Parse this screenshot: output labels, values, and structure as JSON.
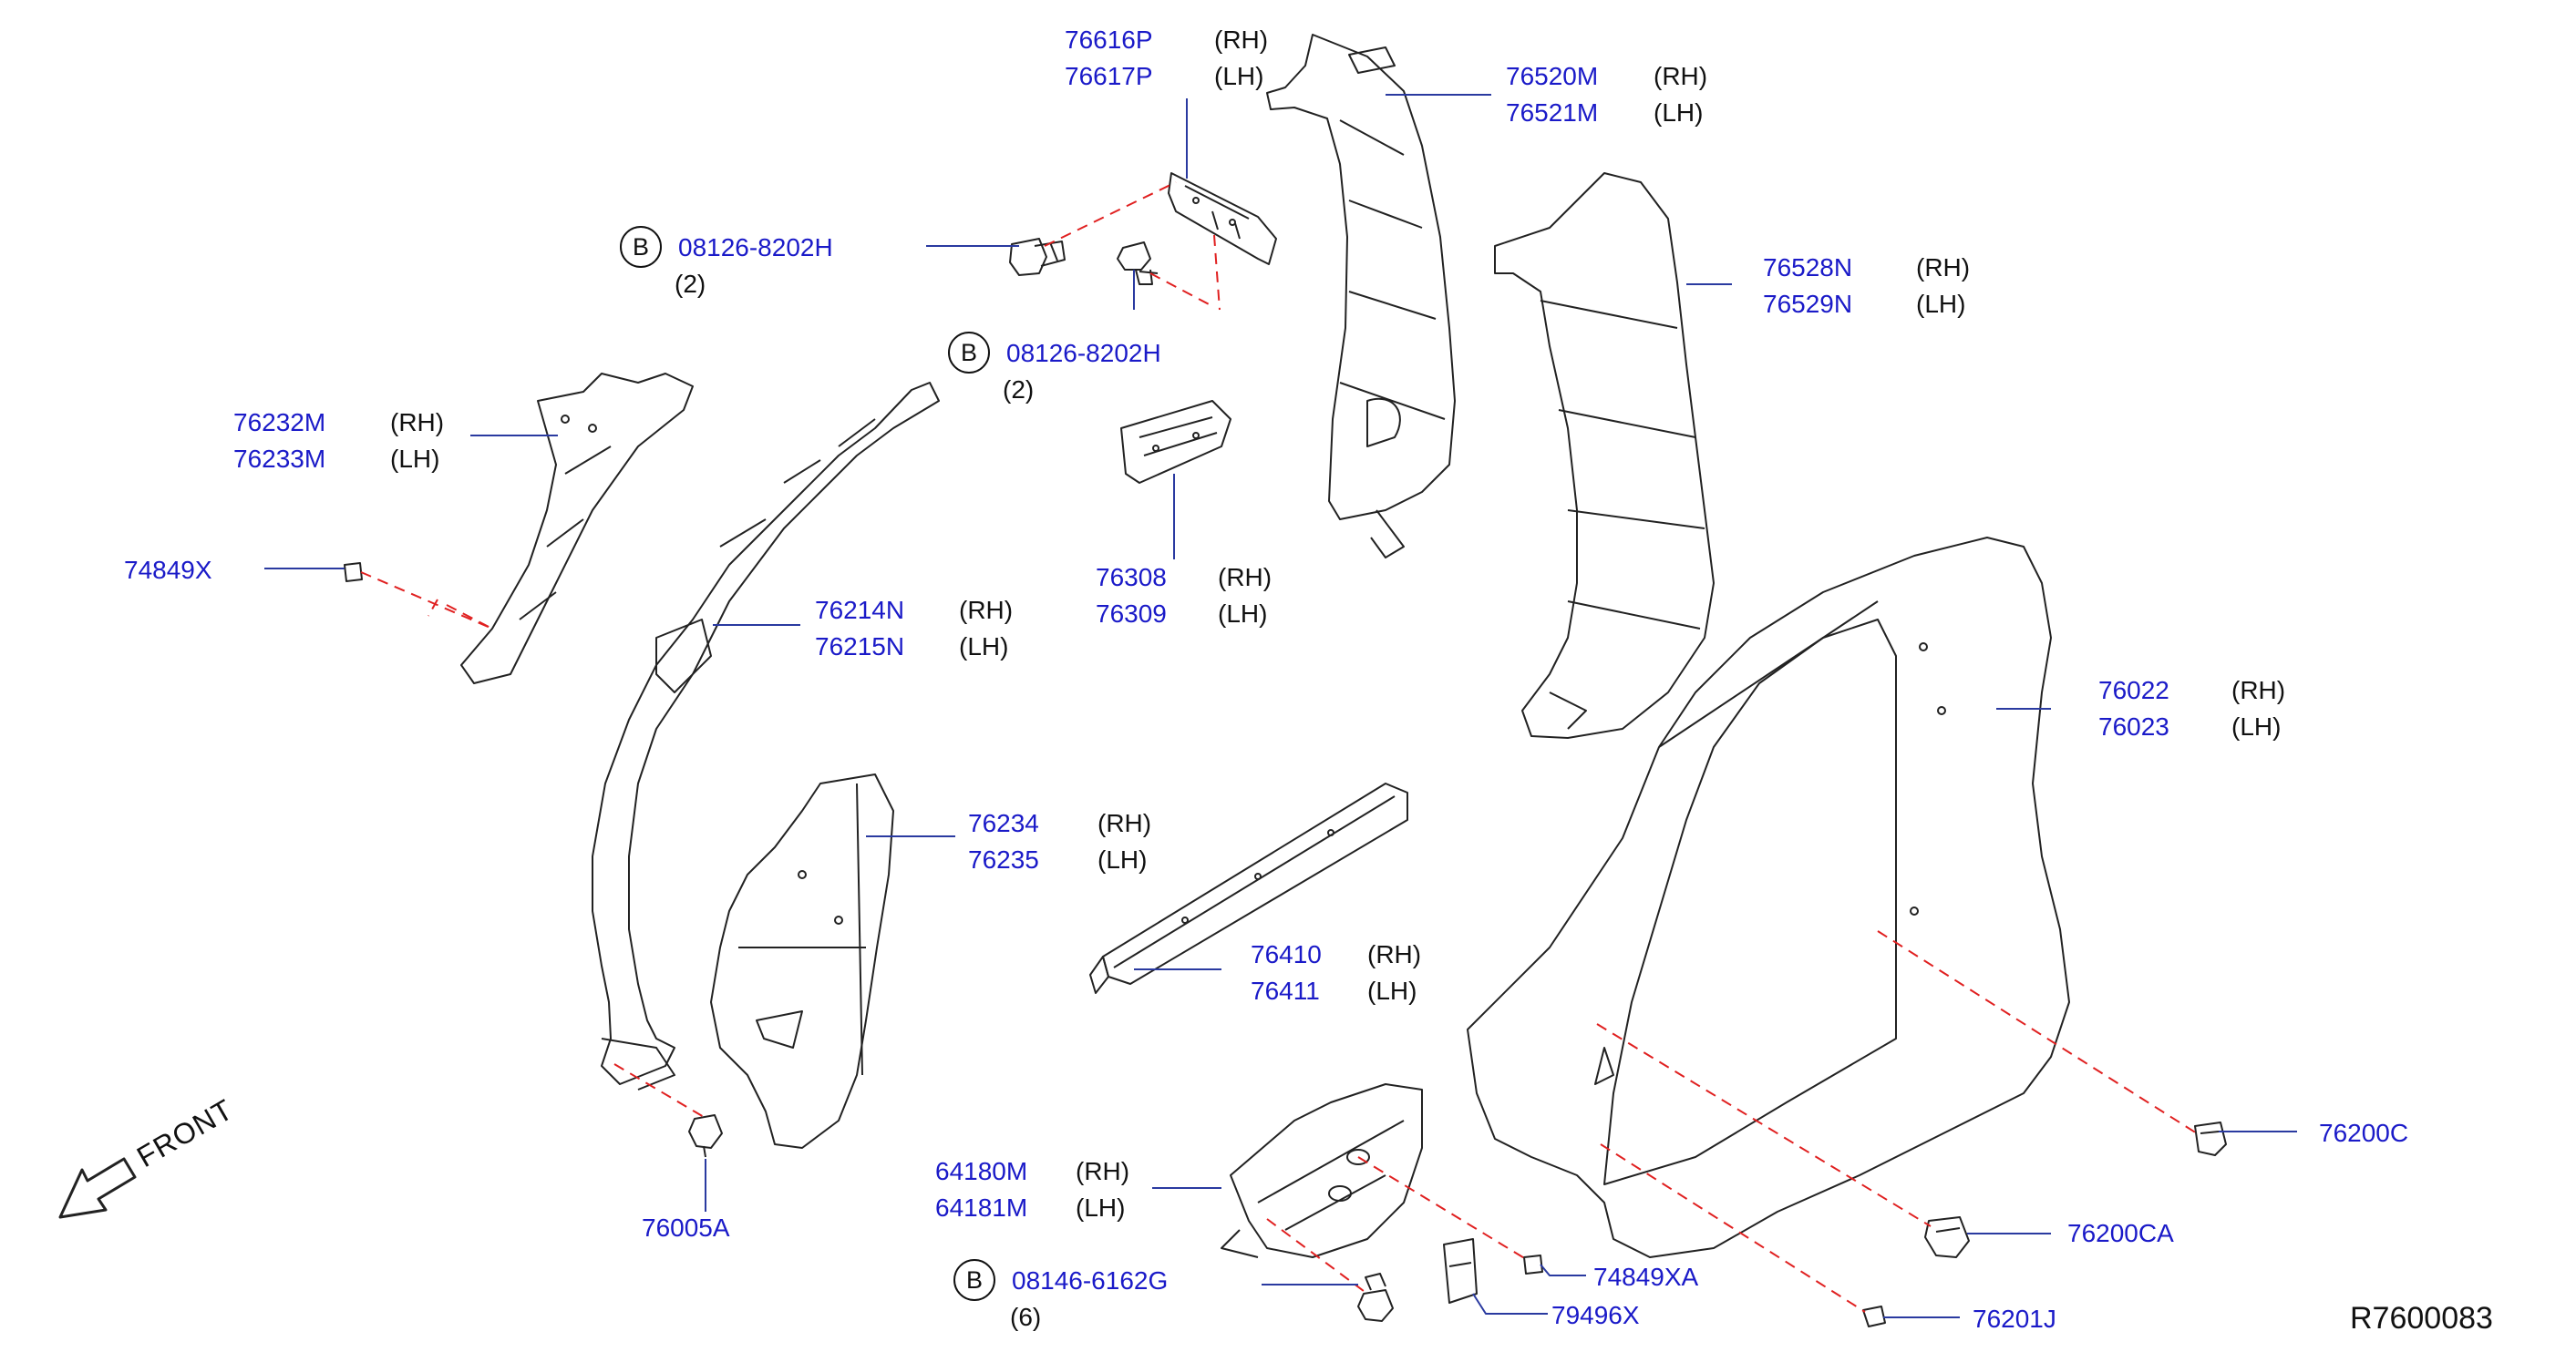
{
  "diagram": {
    "reference_code": "R7600083",
    "direction_label": "FRONT",
    "callouts": [
      {
        "id": "c76616p",
        "part": "76616P",
        "side": "(RH)"
      },
      {
        "id": "c76617p",
        "part": "76617P",
        "side": "(LH)"
      },
      {
        "id": "c76520m",
        "part": "76520M",
        "side": "(RH)"
      },
      {
        "id": "c76521m",
        "part": "76521M",
        "side": "(LH)"
      },
      {
        "id": "c08126a",
        "part": "08126-8202H",
        "badge": "B",
        "qty": "(2)"
      },
      {
        "id": "c08126b",
        "part": "08126-8202H",
        "badge": "B",
        "qty": "(2)"
      },
      {
        "id": "c76528n",
        "part": "76528N",
        "side": "(RH)"
      },
      {
        "id": "c76529n",
        "part": "76529N",
        "side": "(LH)"
      },
      {
        "id": "c76232m",
        "part": "76232M",
        "side": "(RH)"
      },
      {
        "id": "c76233m",
        "part": "76233M",
        "side": "(LH)"
      },
      {
        "id": "c74849x",
        "part": "74849X"
      },
      {
        "id": "c76308",
        "part": "76308",
        "side": "(RH)"
      },
      {
        "id": "c76309",
        "part": "76309",
        "side": "(LH)"
      },
      {
        "id": "c76214n",
        "part": "76214N",
        "side": "(RH)"
      },
      {
        "id": "c76215n",
        "part": "76215N",
        "side": "(LH)"
      },
      {
        "id": "c76022",
        "part": "76022",
        "side": "(RH)"
      },
      {
        "id": "c76023",
        "part": "76023",
        "side": "(LH)"
      },
      {
        "id": "c76234",
        "part": "76234",
        "side": "(RH)"
      },
      {
        "id": "c76235",
        "part": "76235",
        "side": "(LH)"
      },
      {
        "id": "c76410",
        "part": "76410",
        "side": "(RH)"
      },
      {
        "id": "c76411",
        "part": "76411",
        "side": "(LH)"
      },
      {
        "id": "c76200c",
        "part": "76200C"
      },
      {
        "id": "c64180m",
        "part": "64180M",
        "side": "(RH)"
      },
      {
        "id": "c64181m",
        "part": "64181M",
        "side": "(LH)"
      },
      {
        "id": "c76200ca",
        "part": "76200CA"
      },
      {
        "id": "c76005a",
        "part": "76005A"
      },
      {
        "id": "c74849xa",
        "part": "74849XA"
      },
      {
        "id": "c08146",
        "part": "08146-6162G",
        "badge": "B",
        "qty": "(6)"
      },
      {
        "id": "c79496x",
        "part": "79496X"
      },
      {
        "id": "c76201j",
        "part": "76201J"
      }
    ]
  }
}
